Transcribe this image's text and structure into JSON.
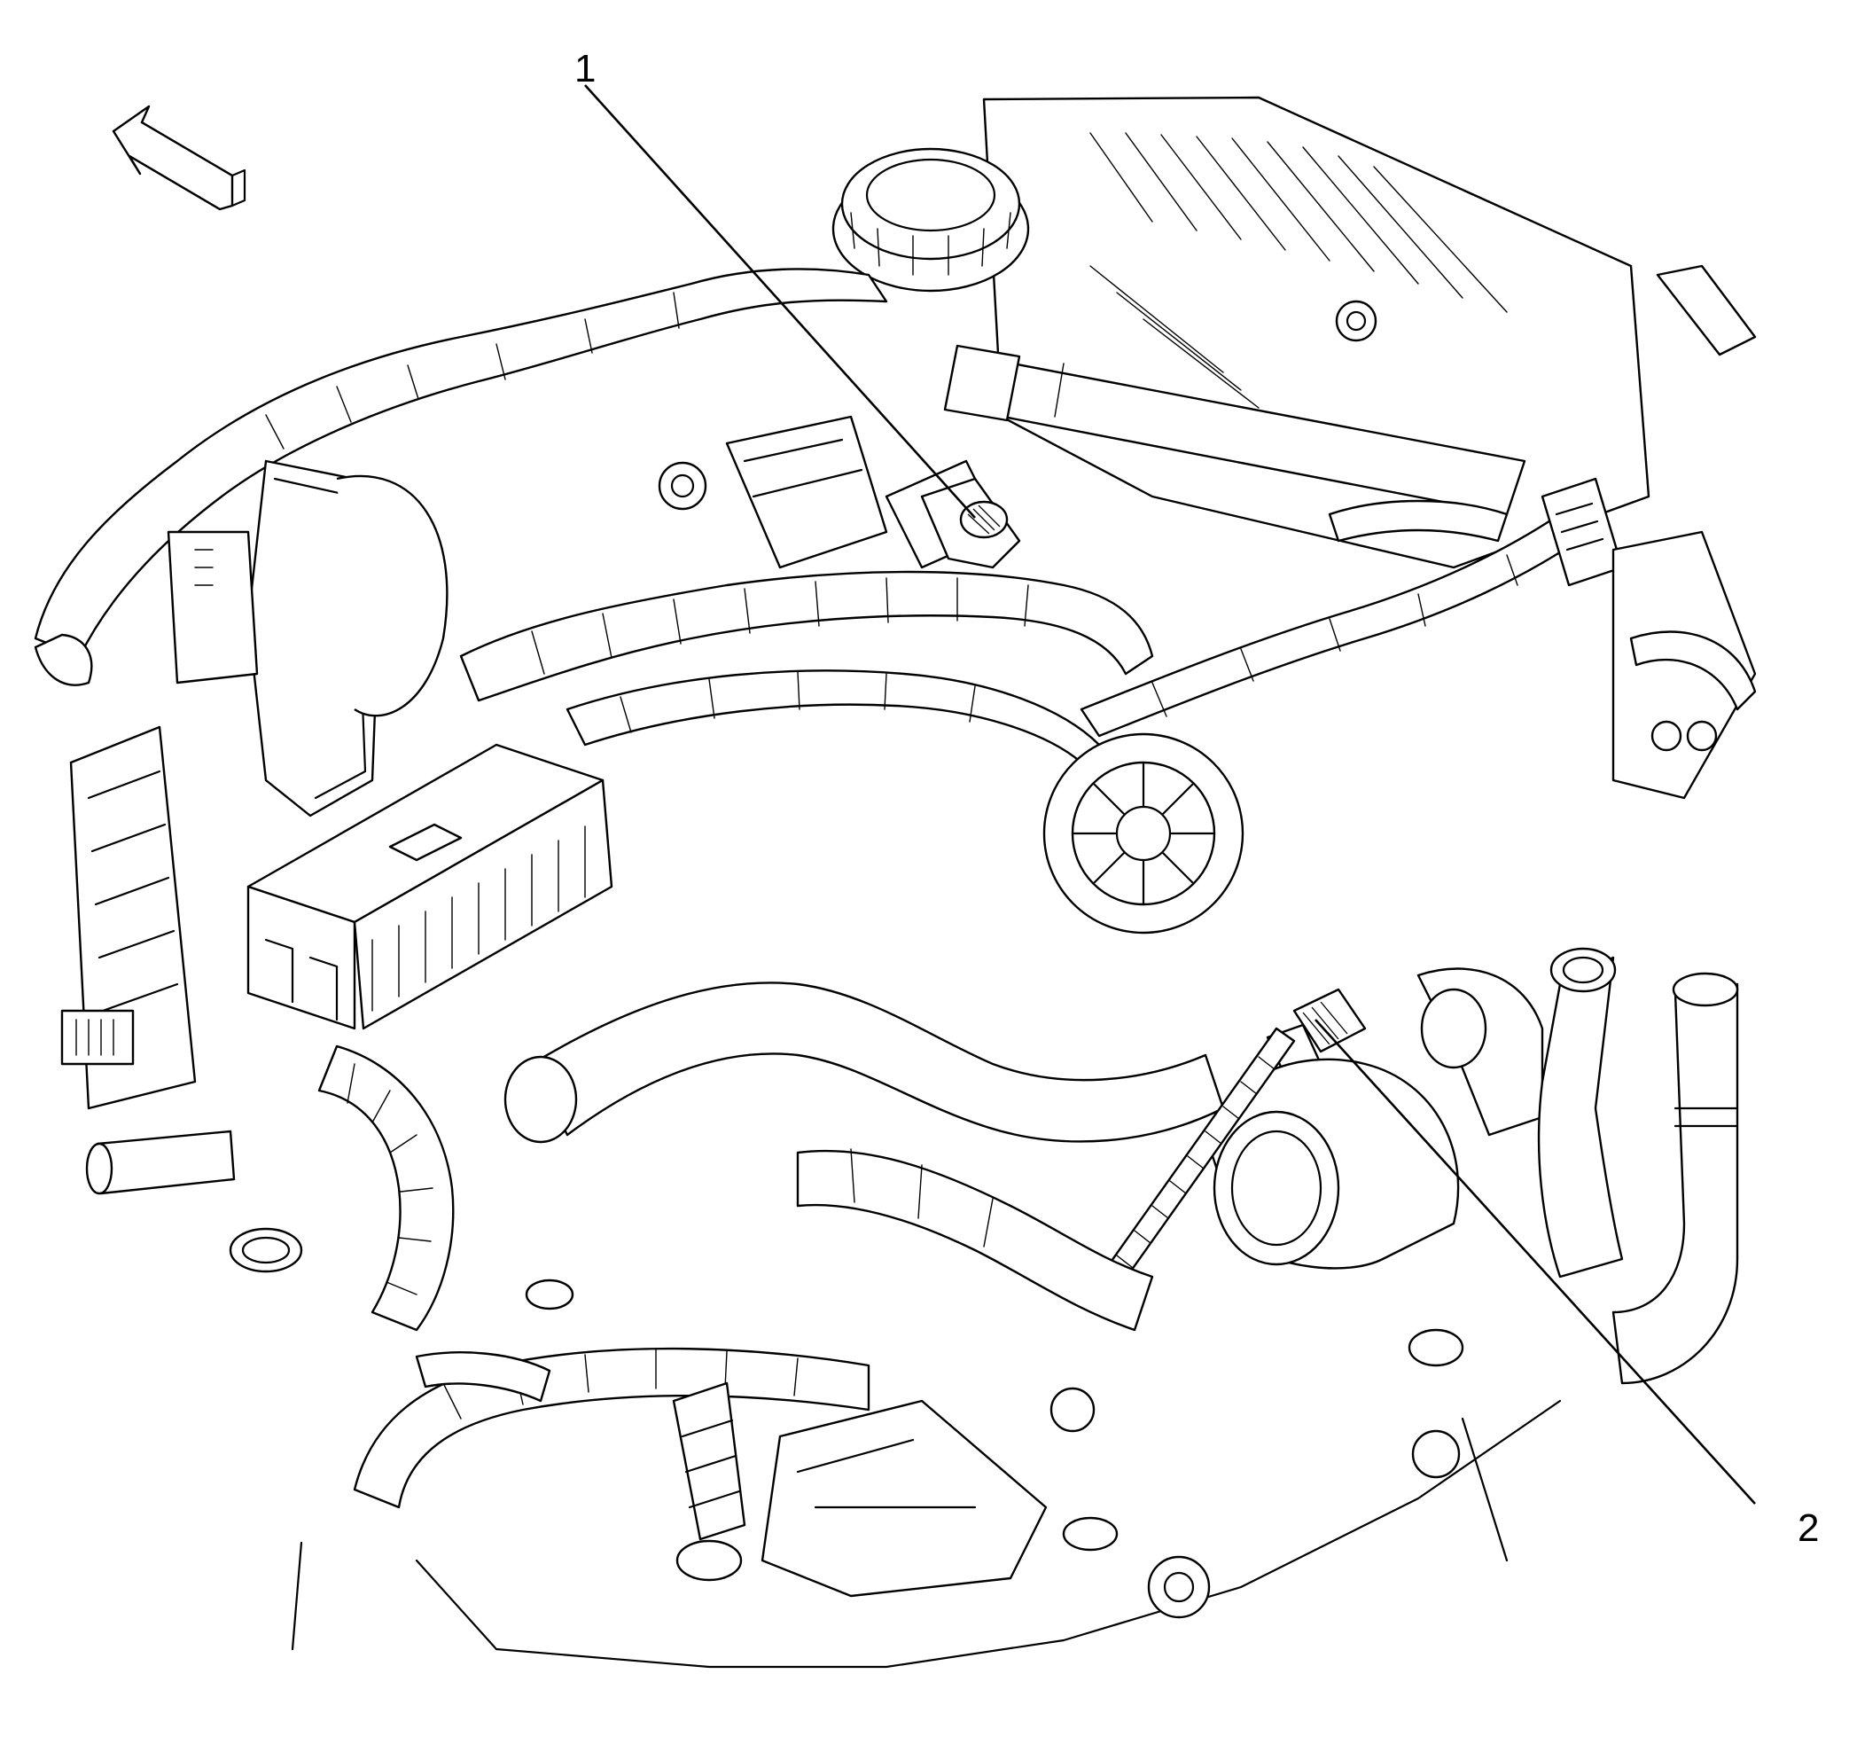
{
  "callouts": [
    {
      "id": "callout-1",
      "label": "1"
    },
    {
      "id": "callout-2",
      "label": "2"
    }
  ],
  "icons": {
    "orientation_arrow": "front-direction-arrow-icon"
  }
}
